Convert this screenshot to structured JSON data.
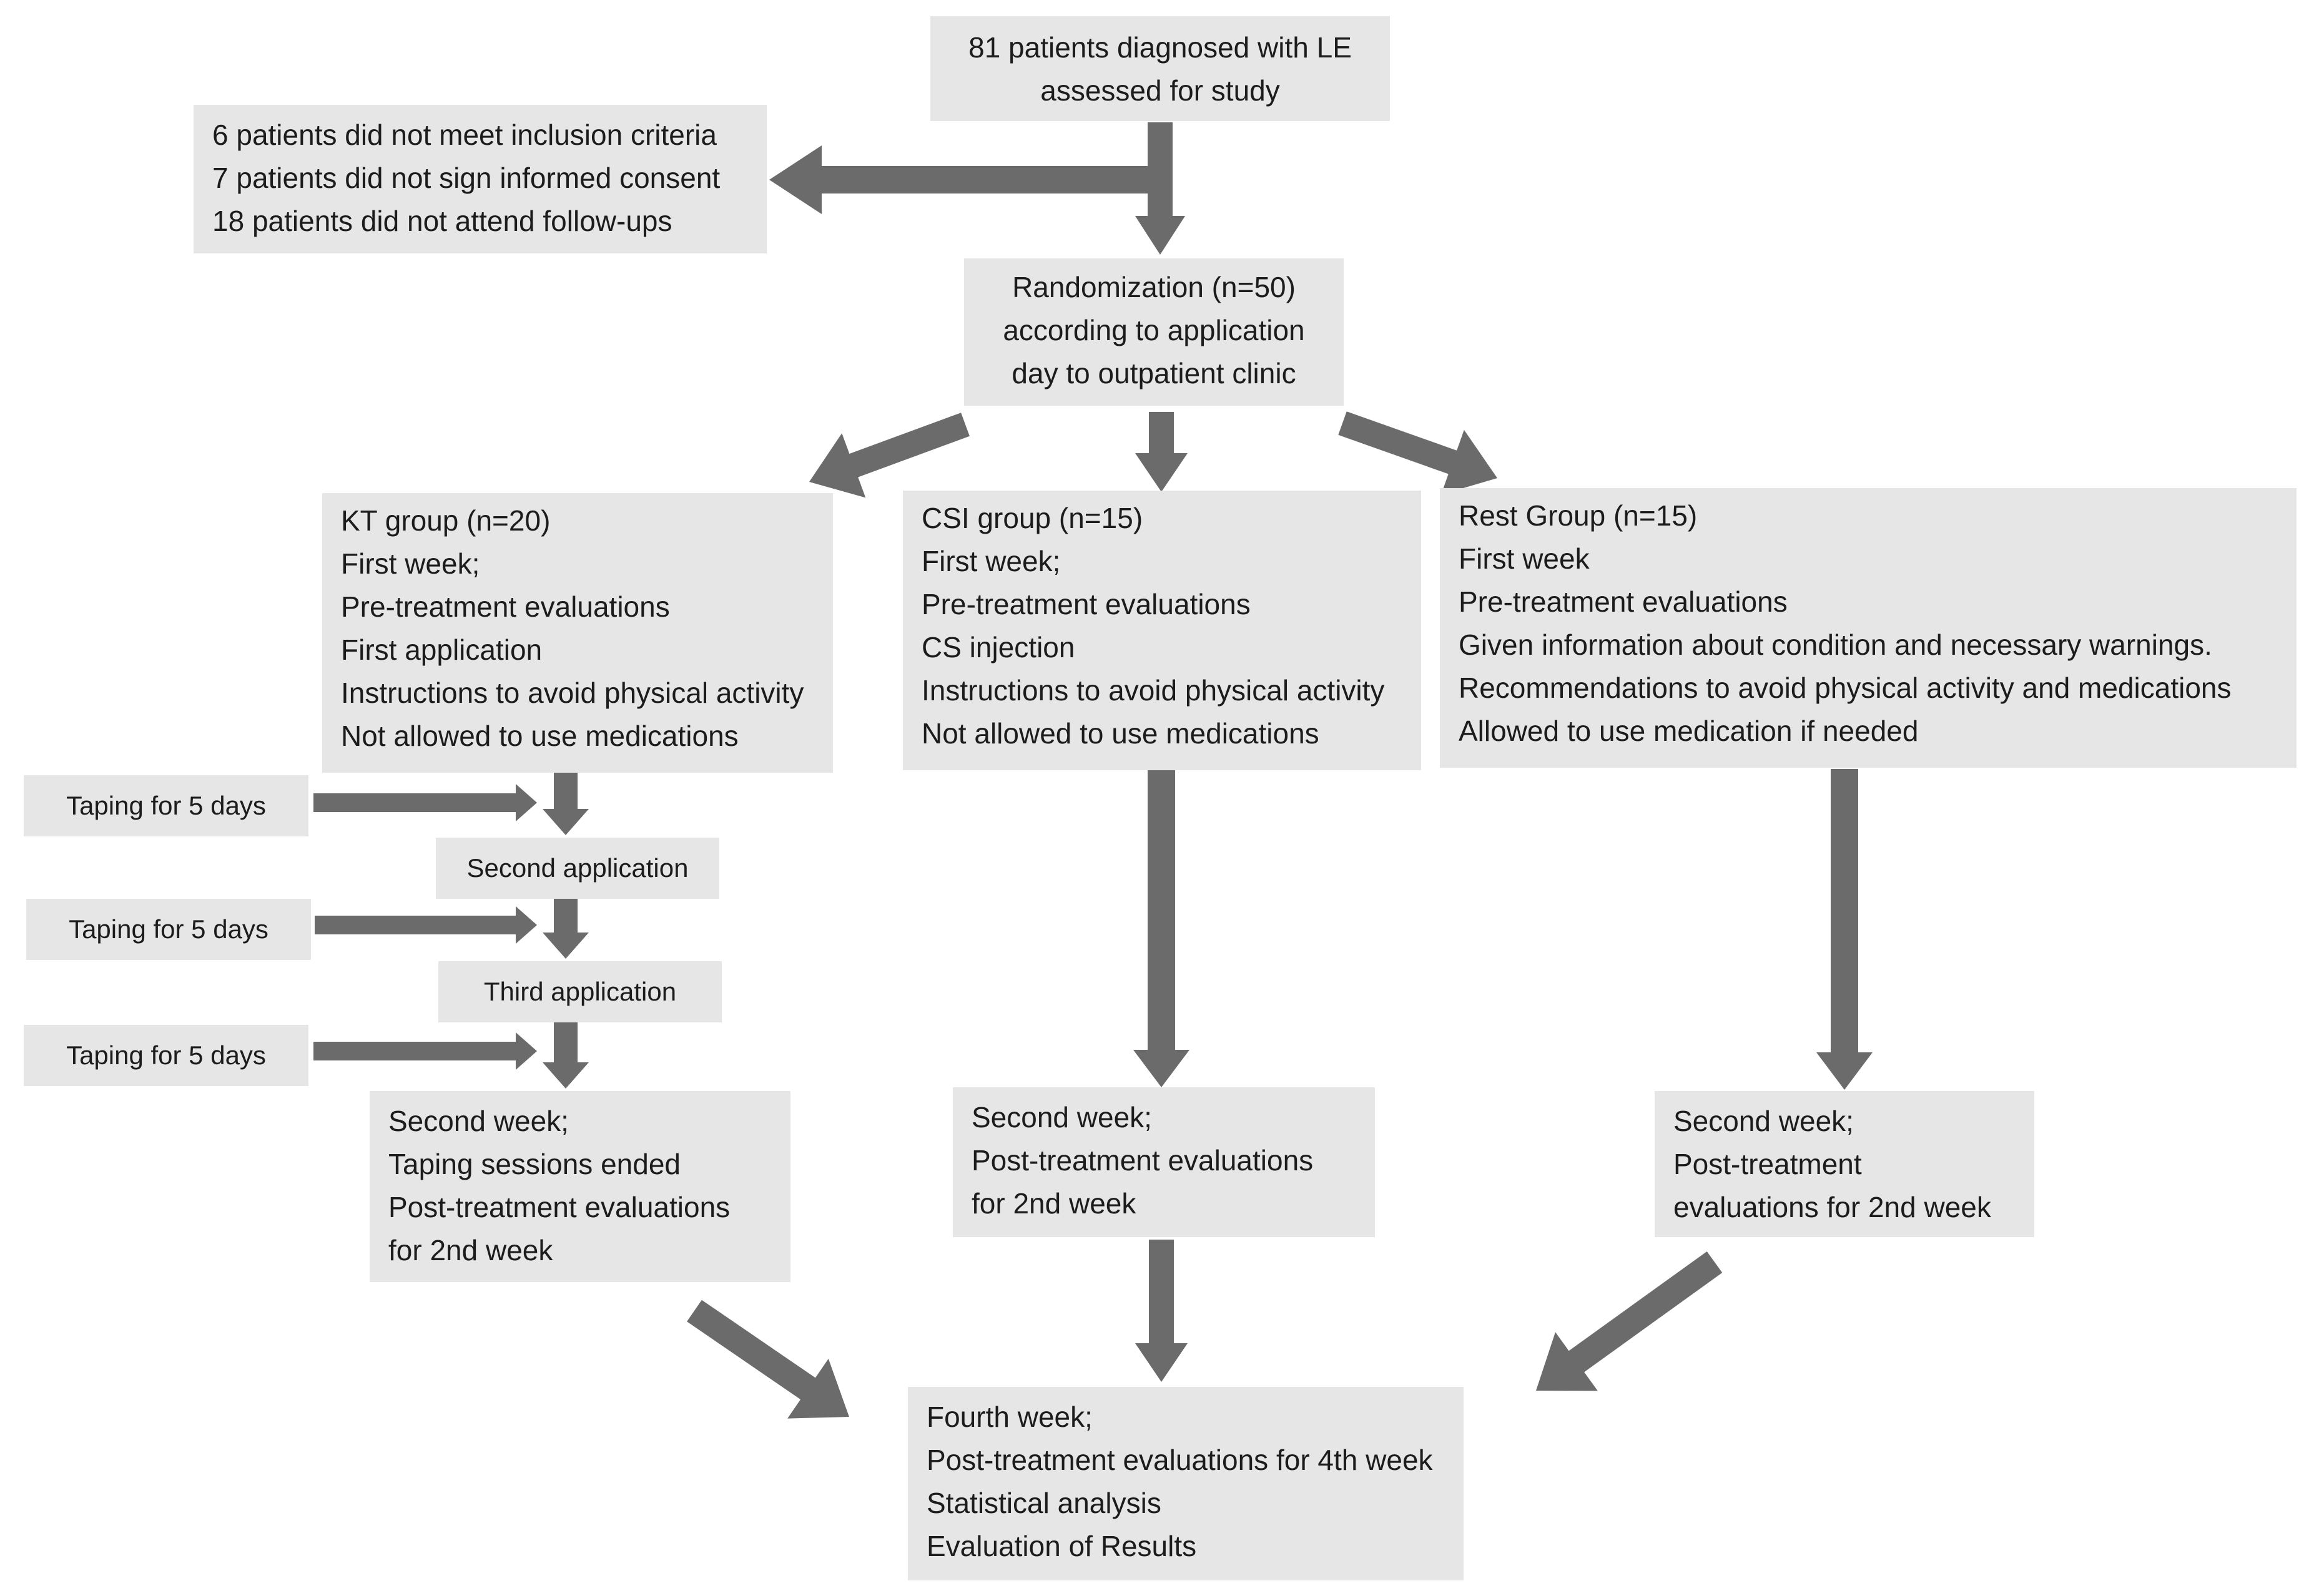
{
  "boxes": {
    "assessed": {
      "lines": [
        "81 patients diagnosed with LE",
        "assessed for study"
      ]
    },
    "excluded": {
      "lines": [
        "6 patients did not meet inclusion criteria",
        "7 patients did not sign informed consent",
        "18 patients did not attend follow-ups"
      ]
    },
    "randomization": {
      "lines": [
        "Randomization (n=50)",
        "according to application",
        "day to outpatient clinic"
      ]
    },
    "kt_group": {
      "title": "KT group (n=20)",
      "lines": [
        "First week;",
        "Pre-treatment evaluations",
        "First application",
        "Instructions to avoid physical activity",
        "Not allowed to use medications"
      ]
    },
    "csi_group": {
      "title": "CSI group (n=15)",
      "lines": [
        "First week;",
        "Pre-treatment evaluations",
        "CS injection",
        "Instructions to avoid physical activity",
        "Not allowed to use medications"
      ]
    },
    "rest_group": {
      "title": "Rest Group (n=15)",
      "lines": [
        "First week",
        "Pre-treatment evaluations",
        "Given information about condition and necessary warnings.",
        "Recommendations to avoid physical activity and medications",
        "Allowed to use medication if needed"
      ]
    },
    "taping_1": {
      "lines": [
        "Taping for 5 days"
      ]
    },
    "second_application": {
      "lines": [
        "Second application"
      ]
    },
    "taping_2": {
      "lines": [
        "Taping for 5 days"
      ]
    },
    "third_application": {
      "lines": [
        "Third application"
      ]
    },
    "taping_3": {
      "lines": [
        "Taping for 5 days"
      ]
    },
    "kt_second_week": {
      "lines": [
        "Second week;",
        "Taping sessions ended",
        "Post-treatment evaluations",
        "for 2nd week"
      ]
    },
    "csi_second_week": {
      "lines": [
        "Second week;",
        "Post-treatment evaluations",
        "for 2nd week"
      ]
    },
    "rest_second_week": {
      "lines": [
        "Second week;",
        "Post-treatment",
        "evaluations for 2nd week"
      ]
    },
    "fourth_week": {
      "lines": [
        "Fourth week;",
        "Post-treatment evaluations for 4th week",
        "Statistical analysis",
        "Evaluation of Results"
      ]
    }
  },
  "colors": {
    "box_fill": "#e6e6e6",
    "arrow": "#6b6b6b",
    "text": "#1c1c1c",
    "background": "#ffffff"
  }
}
